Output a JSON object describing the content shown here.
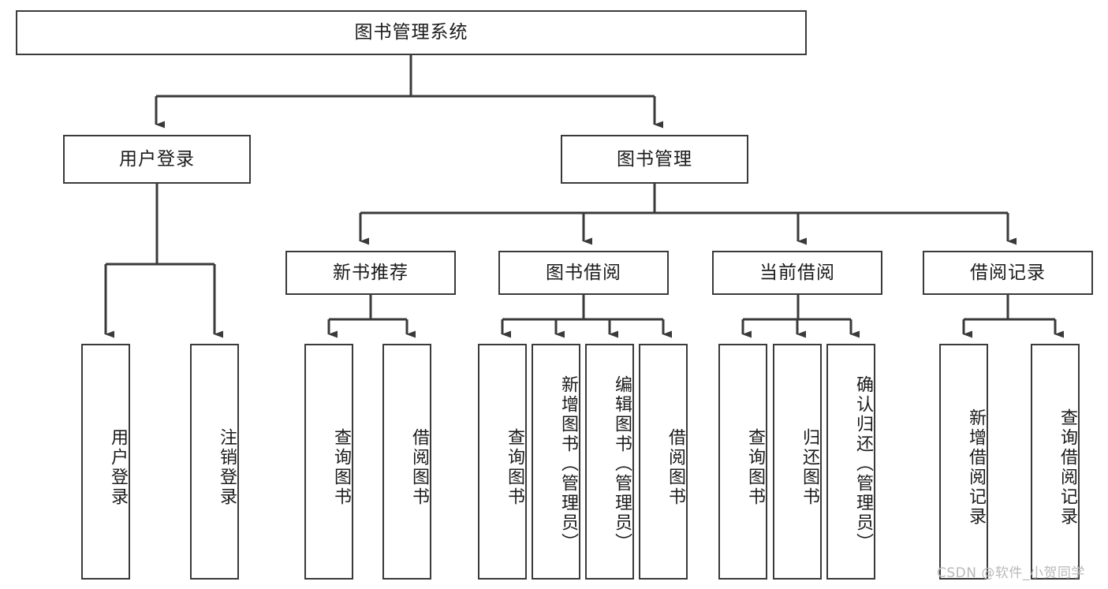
{
  "diagram": {
    "type": "tree",
    "title": "图书管理系统",
    "root": {
      "id": "root",
      "label": "图书管理系统"
    },
    "level2": [
      {
        "id": "user-login",
        "label": "用户登录"
      },
      {
        "id": "book-manage",
        "label": "图书管理"
      }
    ],
    "level3": [
      {
        "id": "new-book-recommend",
        "label": "新书推荐"
      },
      {
        "id": "book-borrow",
        "label": "图书借阅"
      },
      {
        "id": "current-borrow",
        "label": "当前借阅"
      },
      {
        "id": "borrow-record",
        "label": "借阅记录"
      }
    ],
    "leaves": {
      "user_login": [
        {
          "id": "leaf-user-login",
          "label": "用户登录"
        },
        {
          "id": "leaf-logout",
          "label": "注销登录"
        }
      ],
      "new_book_recommend": [
        {
          "id": "leaf-query-book-1",
          "label": "查询图书"
        },
        {
          "id": "leaf-borrow-book-1",
          "label": "借阅图书"
        }
      ],
      "book_borrow": [
        {
          "id": "leaf-query-book-2",
          "label": "查询图书"
        },
        {
          "id": "leaf-add-book",
          "label": "新增图书（管理员）"
        },
        {
          "id": "leaf-edit-book",
          "label": "编辑图书（管理员）"
        },
        {
          "id": "leaf-borrow-book-2",
          "label": "借阅图书"
        }
      ],
      "current_borrow": [
        {
          "id": "leaf-query-book-3",
          "label": "查询图书"
        },
        {
          "id": "leaf-return-book",
          "label": "归还图书"
        },
        {
          "id": "leaf-confirm-return",
          "label": "确认归还（管理员）"
        }
      ],
      "borrow_record": [
        {
          "id": "leaf-add-record",
          "label": "新增借阅记录"
        },
        {
          "id": "leaf-query-record",
          "label": "查询借阅记录"
        }
      ]
    }
  },
  "watermark": {
    "text": "CSDN @软件_小贺同学"
  },
  "colors": {
    "border": "#3a3a3a",
    "text": "#1b1b1b",
    "background": "#ffffff",
    "watermark": "#b9b9b9"
  }
}
